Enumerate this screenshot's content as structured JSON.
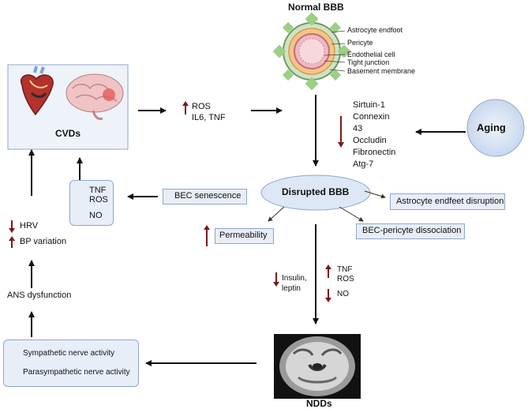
{
  "normal_bbb": {
    "title": "Normal BBB",
    "labels": [
      "Astrocyte endfoot",
      "Pericyte",
      "Endothelial cell",
      "Tight junction",
      "Basement membrane"
    ]
  },
  "cvds": {
    "label": "CVDs",
    "label_sub": "s"
  },
  "ros_box": {
    "items": [
      "ROS",
      "IL6, TNF"
    ],
    "direction": "up"
  },
  "aging_factors": {
    "items": [
      "Sirtuin-1",
      "Connexin",
      "43",
      "Occludin",
      "Fibronectin",
      "Atg-7"
    ],
    "direction": "down"
  },
  "aging": {
    "label": "Aging"
  },
  "disrupted_bbb": {
    "label": "Disrupted BBB"
  },
  "bec_senescence": {
    "label": "BEC senescence"
  },
  "astrocyte_disruption": {
    "label": "Astrocyte  endfeet disruption"
  },
  "permeability": {
    "label": "Permeability",
    "direction": "up"
  },
  "bec_pericyte": {
    "label": "BEC-pericyte dissociation"
  },
  "left_small_box": {
    "up_items": [
      "TNF",
      "ROS"
    ],
    "down_items": [
      "NO"
    ]
  },
  "hrv": {
    "label": "HRV",
    "direction": "down"
  },
  "bp_variation": {
    "label": "BP variation",
    "direction": "up"
  },
  "ans_dysfunction": {
    "label": "ANS dysfunction"
  },
  "insulin": {
    "label_1": "Insulin,",
    "label_2": "leptin",
    "direction": "down"
  },
  "mid_tnf": {
    "up_items": [
      "TNF",
      "ROS"
    ],
    "down_items": [
      "NO"
    ]
  },
  "nerve_box": {
    "sympathetic": "Sympathetic nerve activity",
    "parasympathetic": "Parasympathetic nerve activity"
  },
  "ndds": {
    "label": "NDDs"
  },
  "colors": {
    "up_arrow": "#7a1a1a",
    "down_arrow": "#7a1a1a",
    "box_fill": "#e8eef8",
    "box_border": "#8fa6cc",
    "ellipse_fill": "#dde7f5"
  }
}
